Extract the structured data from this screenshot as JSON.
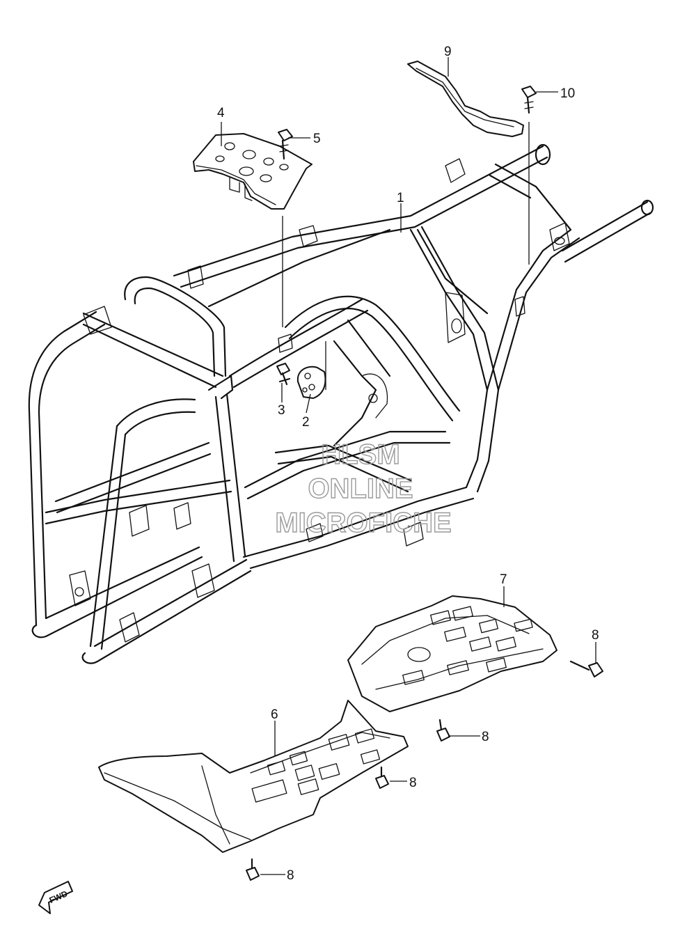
{
  "callouts": [
    {
      "id": "c1",
      "label": "1"
    },
    {
      "id": "c2",
      "label": "2"
    },
    {
      "id": "c3",
      "label": "3"
    },
    {
      "id": "c4",
      "label": "4"
    },
    {
      "id": "c5",
      "label": "5"
    },
    {
      "id": "c6",
      "label": "6"
    },
    {
      "id": "c7",
      "label": "7"
    },
    {
      "id": "c8a",
      "label": "8"
    },
    {
      "id": "c8b",
      "label": "8"
    },
    {
      "id": "c8c",
      "label": "8"
    },
    {
      "id": "c8d",
      "label": "8"
    },
    {
      "id": "c9",
      "label": "9"
    },
    {
      "id": "c10",
      "label": "10"
    }
  ],
  "watermark": {
    "line1": "HLSM",
    "line2": "ONLINE",
    "line3": "MICROFICHE"
  },
  "direction_arrow": {
    "label": "FWD",
    "icon": "fwd-arrow-icon"
  }
}
